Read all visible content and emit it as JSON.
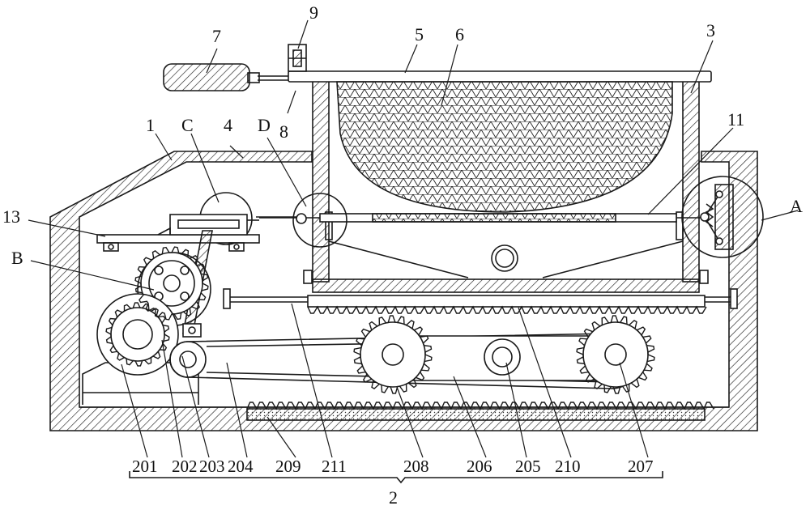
{
  "labels": {
    "l1": "1",
    "l2": "2",
    "l3": "3",
    "l4": "4",
    "l5": "5",
    "l6": "6",
    "l7": "7",
    "l8": "8",
    "l9": "9",
    "l11": "11",
    "l13": "13",
    "lA": "A",
    "lB": "B",
    "lC": "C",
    "lD": "D",
    "l201": "201",
    "l202": "202",
    "l203": "203",
    "l204": "204",
    "l205": "205",
    "l206": "206",
    "l207": "207",
    "l208": "208",
    "l209": "209",
    "l210": "210",
    "l211": "211"
  },
  "colors": {
    "line": "#1a1a1a",
    "background": "#ffffff"
  }
}
